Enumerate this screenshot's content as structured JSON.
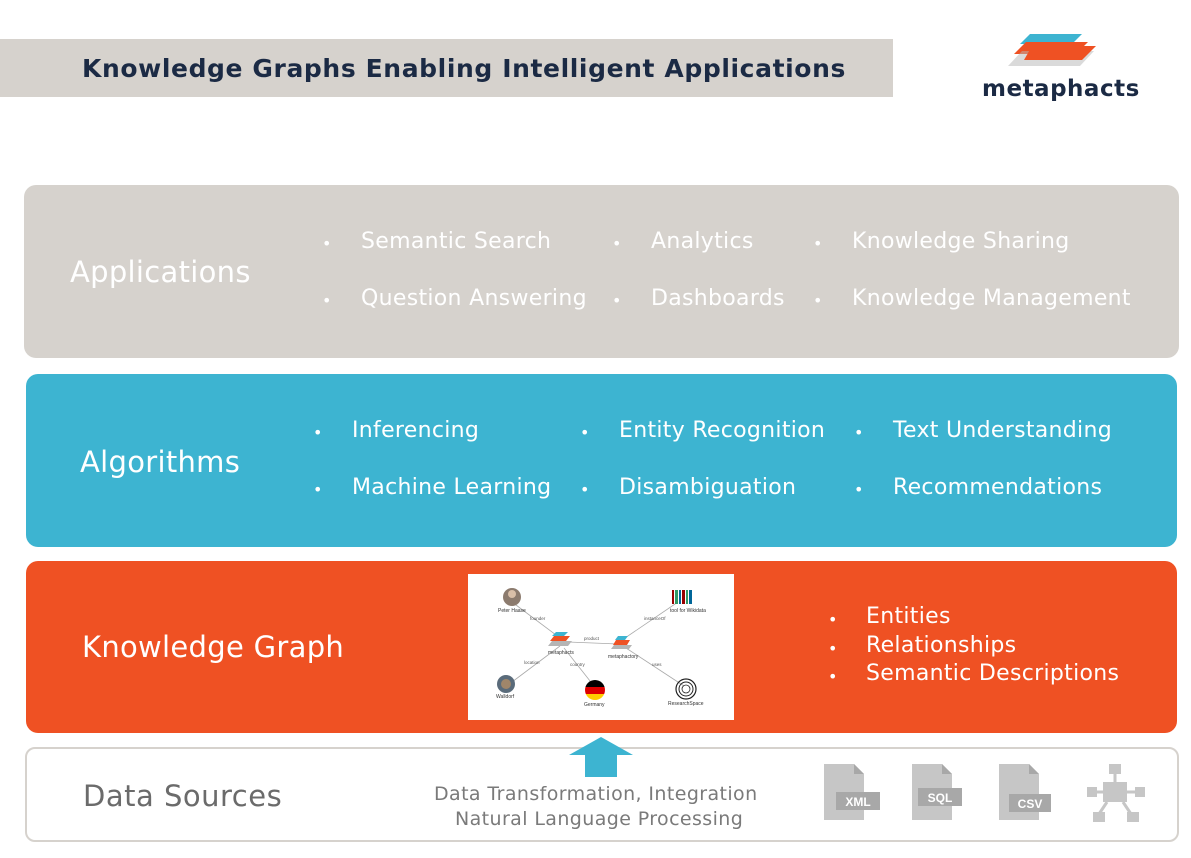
{
  "header": {
    "title": "Knowledge Graphs Enabling Intelligent Applications",
    "logo_text": "metaphacts"
  },
  "layers": {
    "applications": {
      "title": "Applications",
      "items": [
        "Semantic Search",
        "Analytics",
        "Knowledge Sharing",
        "Question Answering",
        "Dashboards",
        "Knowledge Management"
      ]
    },
    "algorithms": {
      "title": "Algorithms",
      "items": [
        "Inferencing",
        "Entity Recognition",
        "Text Understanding",
        "Machine Learning",
        "Disambiguation",
        "Recommendations"
      ]
    },
    "knowledge_graph": {
      "title": "Knowledge Graph",
      "items": [
        "Entities",
        "Relationships",
        "Semantic Descriptions"
      ],
      "graph": {
        "nodes": [
          "Peter Haase",
          "metaphacts",
          "metaphactory",
          "tool for Wikidata",
          "Walldorf",
          "Germany",
          "ResearchSpace"
        ],
        "edges": [
          "founder",
          "product",
          "instanceOf",
          "location",
          "country",
          "uses"
        ]
      }
    },
    "data_sources": {
      "title": "Data Sources",
      "line1": "Data Transformation, Integration",
      "line2": "Natural Language Processing",
      "file_labels": [
        "XML",
        "SQL",
        "CSV"
      ]
    }
  },
  "colors": {
    "applications": "#d6d2cd",
    "algorithms": "#3db4d1",
    "knowledge_graph": "#ef5123",
    "title_text": "#1b2a44",
    "file_icons": "#b5b5b5"
  },
  "icons": [
    "metaphacts-logo-icon",
    "up-arrow-icon",
    "xml-file-icon",
    "sql-file-icon",
    "csv-file-icon",
    "network-icon"
  ]
}
